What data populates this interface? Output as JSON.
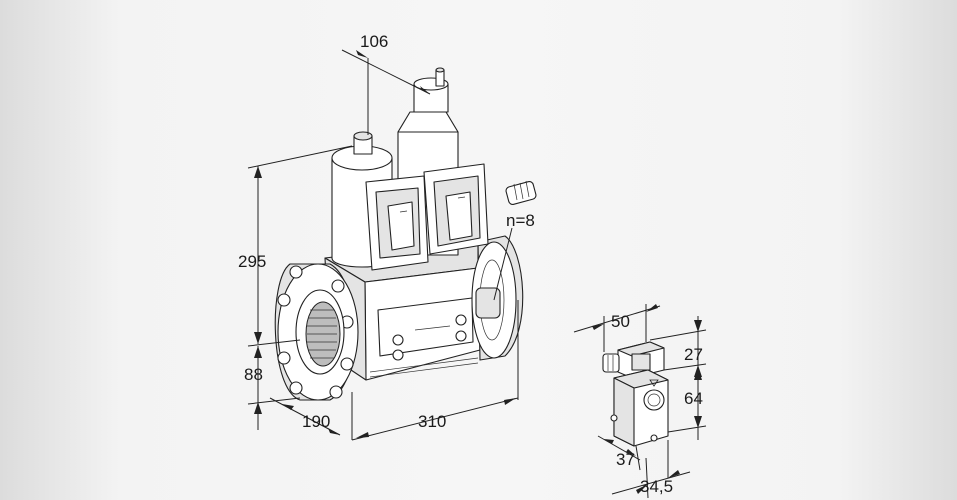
{
  "dimensions": {
    "valve_top_offset": "106",
    "overall_height": "295",
    "axis_height": "88",
    "depth": "190",
    "length": "310",
    "bolt_count": "n=8",
    "connector_width": "50",
    "connector_height": "27",
    "switch_height": "64",
    "switch_offset": "37",
    "switch_depth": "34,5"
  },
  "colors": {
    "background": "#f3f3f3",
    "line": "#222222",
    "body_fill": "#ffffff",
    "shade_fill": "#e4e4e4"
  }
}
